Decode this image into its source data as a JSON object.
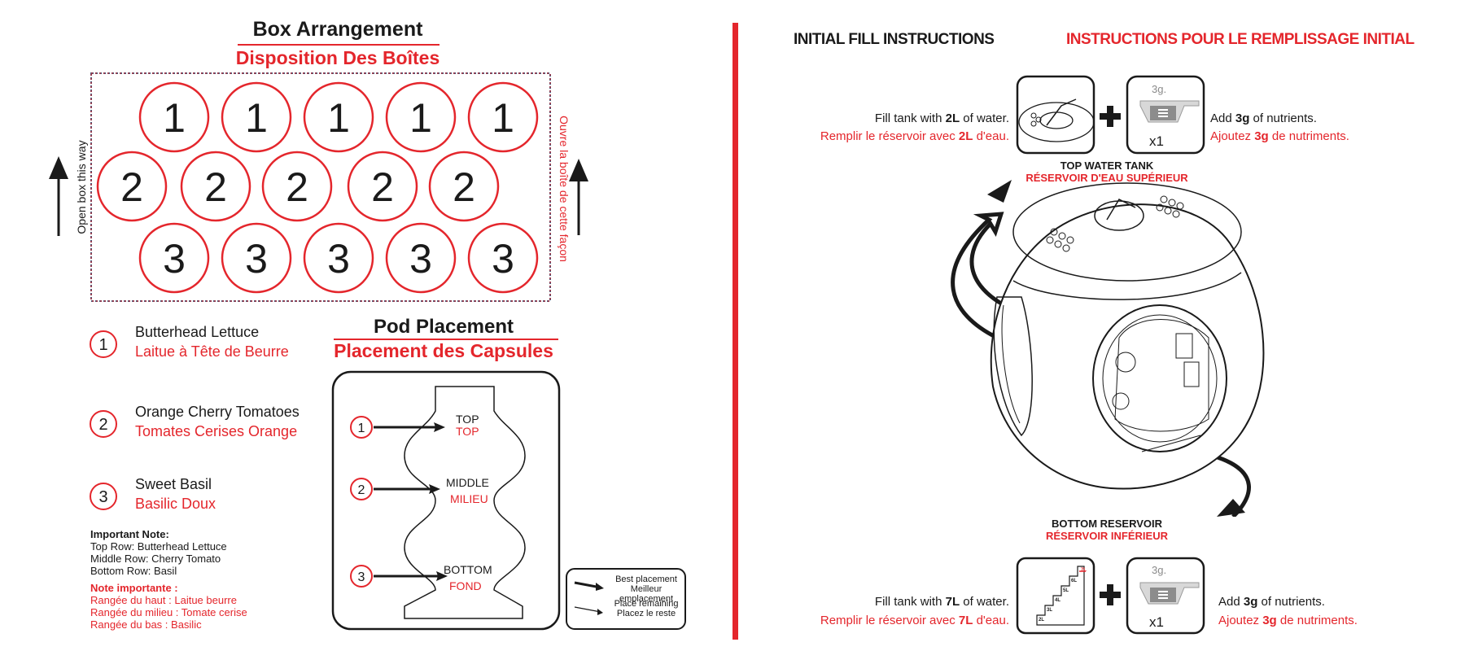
{
  "left": {
    "box_title_en": "Box Arrangement",
    "box_title_fr": "Disposition Des Boîtes",
    "open_en": "Open box this way",
    "open_fr": "Ouvre la boîte de cette façon",
    "grid_rows": [
      [
        "1",
        "1",
        "1",
        "1",
        "1"
      ],
      [
        "2",
        "2",
        "2",
        "2",
        "2"
      ],
      [
        "3",
        "3",
        "3",
        "3",
        "3"
      ]
    ],
    "legend": [
      {
        "num": "1",
        "en": "Butterhead Lettuce",
        "fr": "Laitue à Tête de Beurre"
      },
      {
        "num": "2",
        "en": "Orange Cherry Tomatoes",
        "fr": "Tomates Cerises Orange"
      },
      {
        "num": "3",
        "en": "Sweet Basil",
        "fr": "Basilic Doux"
      }
    ],
    "note_en_title": "Important Note:",
    "note_en_lines": [
      "Top Row: Butterhead Lettuce",
      "Middle Row: Cherry Tomato",
      "Bottom Row: Basil"
    ],
    "note_fr_title": "Note importante :",
    "note_fr_lines": [
      "Rangée du haut : Laitue beurre",
      "Rangée du milieu : Tomate cerise",
      "Rangée du bas : Basilic"
    ],
    "pod_title_en": "Pod Placement",
    "pod_title_fr": "Placement des Capsules",
    "pod_levels": [
      {
        "num": "1",
        "en": "TOP",
        "fr": "TOP"
      },
      {
        "num": "2",
        "en": "MIDDLE",
        "fr": "MILIEU"
      },
      {
        "num": "3",
        "en": "BOTTOM",
        "fr": "FOND"
      }
    ],
    "key_best_en": "Best placement",
    "key_best_fr": "Meilleur emplacement",
    "key_rest_en": "Place remaining",
    "key_rest_fr": "Placez le reste"
  },
  "right": {
    "title_en": "INITIAL FILL INSTRUCTIONS",
    "title_fr": "INSTRUCTIONS POUR LE REMPLISSAGE INITIAL",
    "top_fill_en_pre": "Fill tank with ",
    "top_fill_en_amt": "2L",
    "top_fill_en_post": " of water.",
    "top_fill_fr_pre": "Remplir le réservoir avec ",
    "top_fill_fr_amt": "2L",
    "top_fill_fr_post": " d'eau.",
    "nutrient_en_pre": "Add ",
    "nutrient_en_amt": "3g",
    "nutrient_en_post": " of nutrients.",
    "nutrient_fr_pre": "Ajoutez ",
    "nutrient_fr_amt": "3g",
    "nutrient_fr_post": " de nutriments.",
    "scoop_label": "3g.",
    "scoop_count": "x1",
    "top_tank_en": "TOP WATER TANK",
    "top_tank_fr": "RÉSERVOIR D'EAU SUPÉRIEUR",
    "bottom_res_en": "BOTTOM RESERVOIR",
    "bottom_res_fr": "RÉSERVOIR INFÉRIEUR",
    "bottom_fill_en_pre": "Fill tank with ",
    "bottom_fill_en_amt": "7L",
    "bottom_fill_en_post": " of water.",
    "bottom_fill_fr_pre": "Remplir le réservoir avec ",
    "bottom_fill_fr_amt": "7L",
    "bottom_fill_fr_post": " d'eau.",
    "stair_labels": [
      "7L",
      "6L",
      "5L",
      "4L",
      "3L",
      "2L"
    ]
  },
  "colors": {
    "accent": "#e4262c",
    "ink": "#1a1a1a"
  }
}
